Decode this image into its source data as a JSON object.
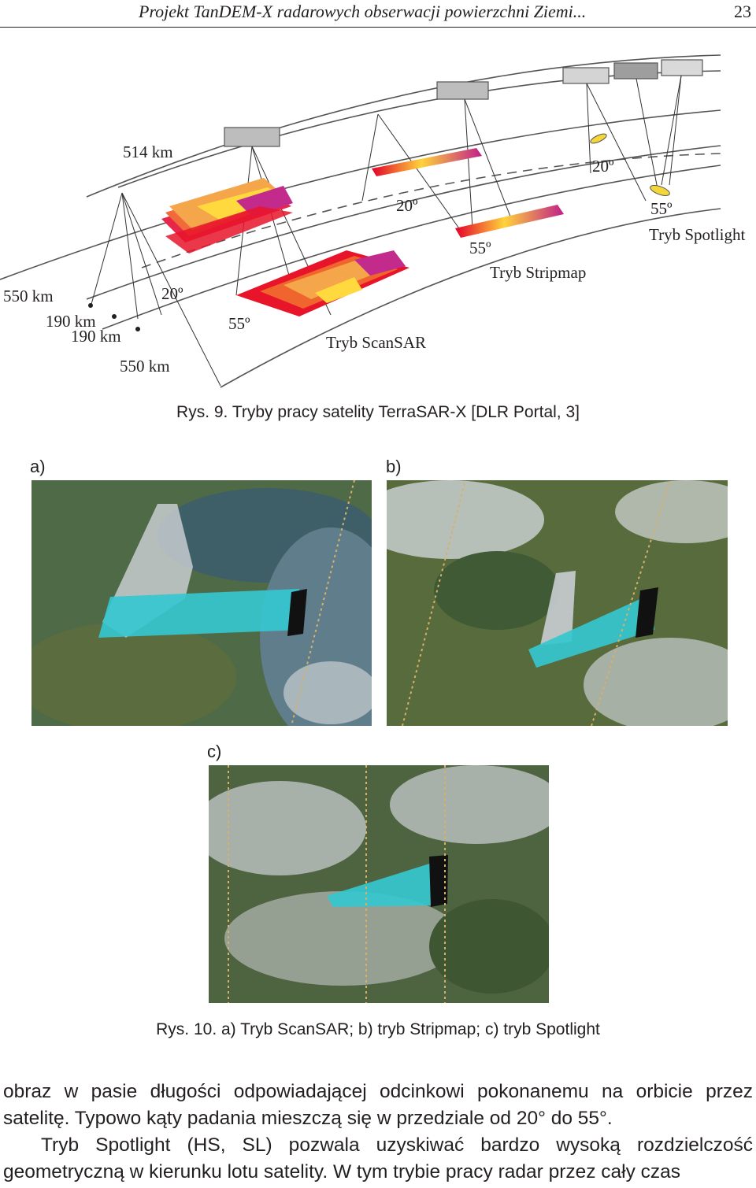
{
  "header": {
    "title": "Projekt TanDEM-X radarowych obserwacji powierzchni Ziemi...",
    "page_number": "23"
  },
  "figure9": {
    "labels": {
      "altitude": "514 km",
      "left_550": "550 km",
      "left_190a": "190 km",
      "left_190b": "190 km",
      "bottom_550": "550 km",
      "angle_20_a": "20º",
      "angle_55_a": "55º",
      "angle_20_b": "20º",
      "angle_55_b": "55º",
      "angle_20_c": "20º",
      "angle_55_c": "55º",
      "mode_scansar": "Tryb ScanSAR",
      "mode_stripmap": "Tryb Stripmap",
      "mode_spotlight": "Tryb Spotlight"
    },
    "caption": "Rys. 9. Tryby pracy satelity TerraSAR-X [DLR Portal, 3]"
  },
  "figure10": {
    "panel_a": "a)",
    "panel_b": "b)",
    "panel_c": "c)",
    "caption": "Rys. 10. a) Tryb ScanSAR; b) tryb Stripmap; c) tryb Spotlight"
  },
  "body": {
    "line1": "obraz w pasie długości odpowiadającej odcinkowi pokonanemu na orbicie przez satelitę. Typowo kąty padania mieszczą się w przedziale od 20° do 55°.",
    "line2": "Tryb Spotlight (HS, SL) pozwala uzyskiwać bardzo wysoką rozdzielczość geometryczną w kierunku lotu satelity. W tym trybie pracy radar przez cały czas"
  }
}
